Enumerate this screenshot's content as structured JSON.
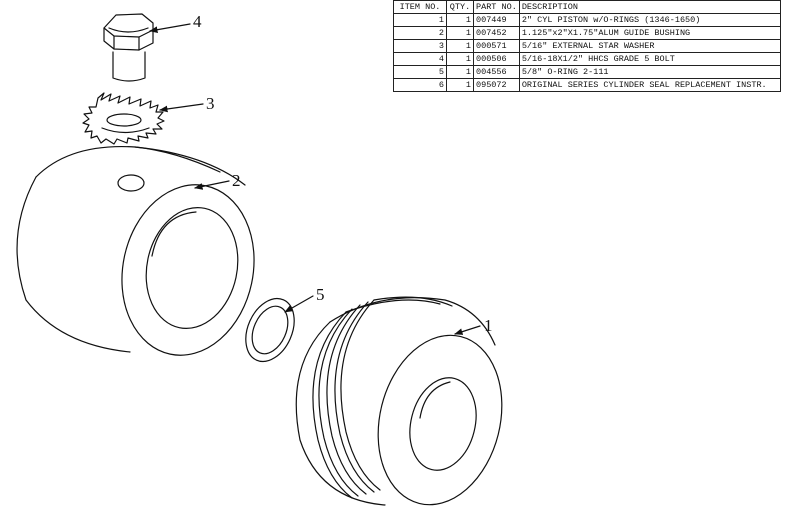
{
  "bom": {
    "headers": [
      "ITEM NO.",
      "QTY.",
      "PART NO.",
      "DESCRIPTION"
    ],
    "rows": [
      {
        "item": "1",
        "qty": "1",
        "part": "007449",
        "desc": "2\" CYL PISTON w/O-RINGS (1346-1650)"
      },
      {
        "item": "2",
        "qty": "1",
        "part": "007452",
        "desc": "1.125\"x2\"X1.75\"ALUM GUIDE BUSHING"
      },
      {
        "item": "3",
        "qty": "1",
        "part": "000571",
        "desc": "5/16\" EXTERNAL STAR WASHER"
      },
      {
        "item": "4",
        "qty": "1",
        "part": "000506",
        "desc": "5/16-18X1/2\" HHCS GRADE 5 BOLT"
      },
      {
        "item": "5",
        "qty": "1",
        "part": "004556",
        "desc": "5/8\" O-RING 2-111"
      },
      {
        "item": "6",
        "qty": "1",
        "part": "095072",
        "desc": "ORIGINAL SERIES CYLINDER SEAL REPLACEMENT INSTR."
      }
    ]
  },
  "callouts": {
    "c1": "1",
    "c2": "2",
    "c3": "3",
    "c4": "4",
    "c5": "5"
  },
  "colors": {
    "line": "#111111",
    "background": "#ffffff"
  }
}
